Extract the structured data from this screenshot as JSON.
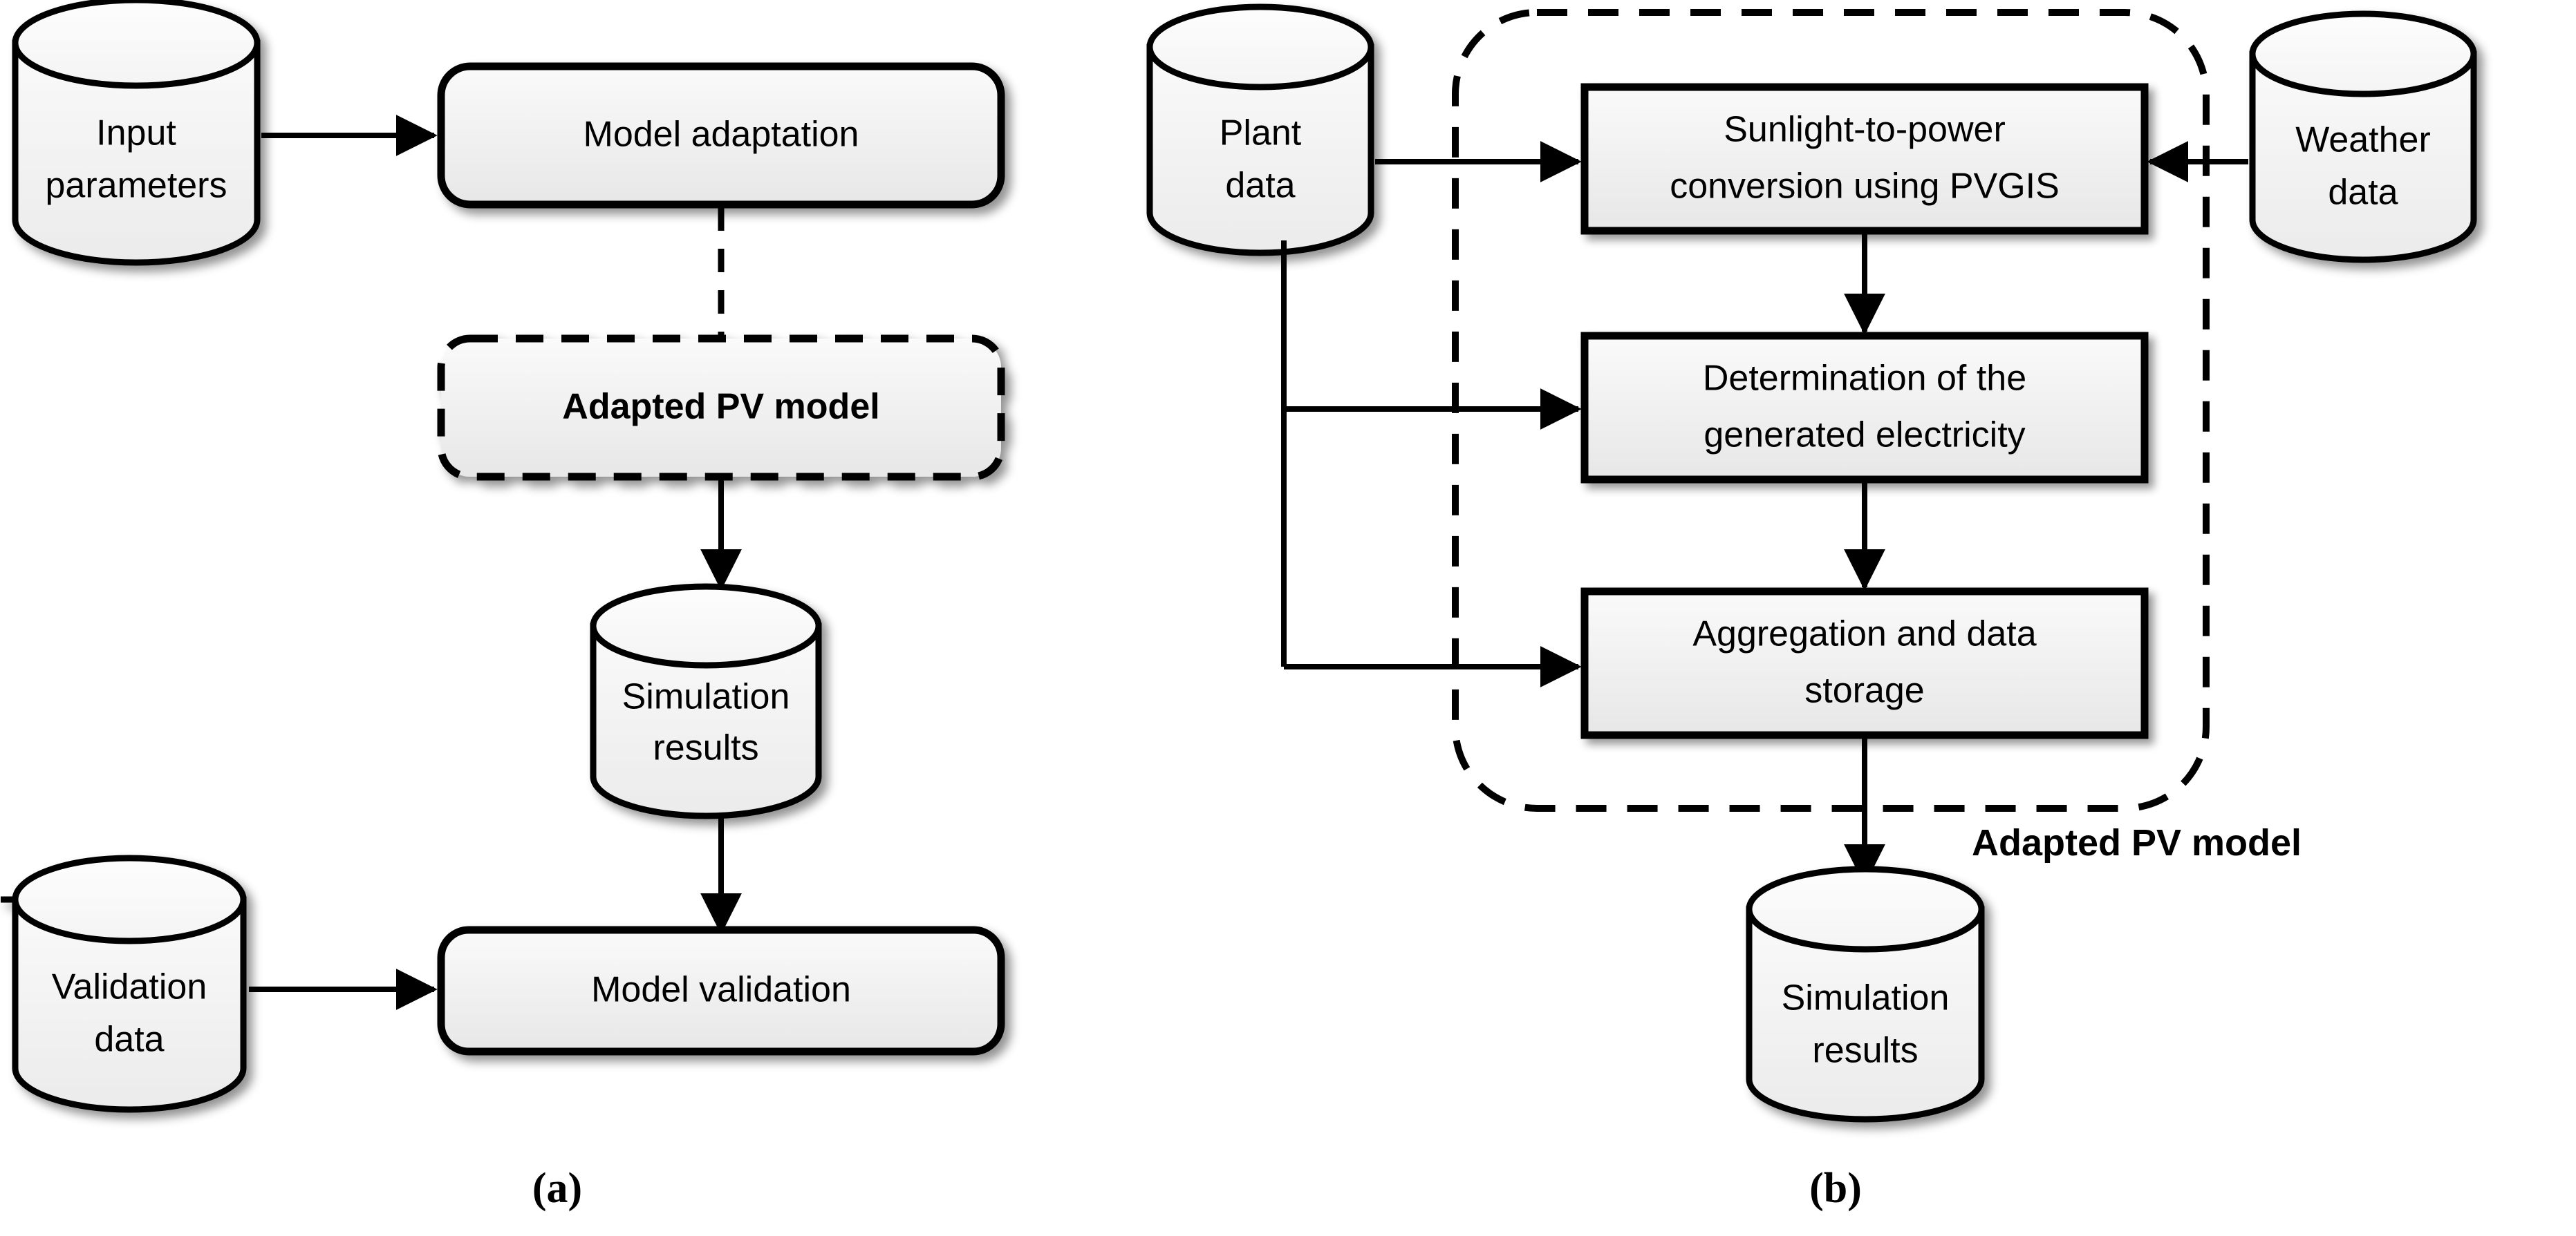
{
  "figure": {
    "background": "#ffffff",
    "stroke_color": "#000000",
    "fill_top": "#f8f8f8",
    "fill_bottom": "#e8e8e8"
  },
  "panels": [
    {
      "id": "panel-a",
      "caption": "(a)",
      "nodes": [
        {
          "id": "input-parameters",
          "shape": "cylinder",
          "lines": [
            "Input",
            "parameters"
          ]
        },
        {
          "id": "model-adaptation",
          "shape": "rounded-rect",
          "lines": [
            "Model adaptation"
          ],
          "bold": false
        },
        {
          "id": "adapted-pv-model",
          "shape": "rounded-rect-dashed",
          "lines": [
            "Adapted PV model"
          ],
          "bold": true
        },
        {
          "id": "simulation-results-a",
          "shape": "cylinder",
          "lines": [
            "Simulation",
            "results"
          ]
        },
        {
          "id": "validation-data",
          "shape": "cylinder",
          "lines": [
            "Validation",
            "data"
          ]
        },
        {
          "id": "model-validation",
          "shape": "rounded-rect",
          "lines": [
            "Model validation"
          ],
          "bold": false
        }
      ],
      "edges": [
        {
          "from": "input-parameters",
          "to": "model-adaptation",
          "style": "solid",
          "arrow": true
        },
        {
          "from": "model-adaptation",
          "to": "adapted-pv-model",
          "style": "dashed",
          "arrow": false
        },
        {
          "from": "adapted-pv-model",
          "to": "simulation-results-a",
          "style": "solid",
          "arrow": true
        },
        {
          "from": "simulation-results-a",
          "to": "model-validation",
          "style": "solid",
          "arrow": true
        },
        {
          "from": "validation-data",
          "to": "model-validation",
          "style": "solid",
          "arrow": true
        }
      ]
    },
    {
      "id": "panel-b",
      "caption": "(b)",
      "group_label": "Adapted PV model",
      "group_border": "dashed-rounded",
      "nodes": [
        {
          "id": "plant-data",
          "shape": "cylinder",
          "lines": [
            "Plant",
            "data"
          ]
        },
        {
          "id": "weather-data",
          "shape": "cylinder",
          "lines": [
            "Weather",
            "data"
          ]
        },
        {
          "id": "sunlight-conversion",
          "shape": "rect",
          "lines": [
            "Sunlight-to-power",
            "conversion using PVGIS"
          ]
        },
        {
          "id": "determination-electricity",
          "shape": "rect",
          "lines": [
            "Determination of the",
            "generated electricity"
          ]
        },
        {
          "id": "aggregation-storage",
          "shape": "rect",
          "lines": [
            "Aggregation and data",
            "storage"
          ]
        },
        {
          "id": "simulation-results-b",
          "shape": "cylinder",
          "lines": [
            "Simulation",
            "results"
          ]
        }
      ],
      "edges": [
        {
          "from": "plant-data",
          "to": "sunlight-conversion",
          "style": "solid",
          "arrow": true
        },
        {
          "from": "plant-data",
          "to": "determination-electricity",
          "style": "solid",
          "arrow": true
        },
        {
          "from": "plant-data",
          "to": "aggregation-storage",
          "style": "solid",
          "arrow": true
        },
        {
          "from": "weather-data",
          "to": "sunlight-conversion",
          "style": "solid",
          "arrow": true
        },
        {
          "from": "sunlight-conversion",
          "to": "determination-electricity",
          "style": "solid",
          "arrow": true
        },
        {
          "from": "determination-electricity",
          "to": "aggregation-storage",
          "style": "solid",
          "arrow": true
        },
        {
          "from": "aggregation-storage",
          "to": "simulation-results-b",
          "style": "solid",
          "arrow": true
        }
      ]
    }
  ],
  "labels": {
    "input_parameters_l1": "Input",
    "input_parameters_l2": "parameters",
    "model_adaptation": "Model adaptation",
    "adapted_pv_model_a": "Adapted PV model",
    "sim_results_a_l1": "Simulation",
    "sim_results_a_l2": "results",
    "validation_data_l1": "Validation",
    "validation_data_l2": "data",
    "model_validation": "Model validation",
    "plant_data_l1": "Plant",
    "plant_data_l2": "data",
    "weather_data_l1": "Weather",
    "weather_data_l2": "data",
    "sunlight_l1": "Sunlight-to-power",
    "sunlight_l2": "conversion using PVGIS",
    "determination_l1": "Determination of the",
    "determination_l2": "generated electricity",
    "aggregation_l1": "Aggregation and data",
    "aggregation_l2": "storage",
    "sim_results_b_l1": "Simulation",
    "sim_results_b_l2": "results",
    "group_label_b": "Adapted PV model",
    "caption_a": "(a)",
    "caption_b": "(b)"
  }
}
